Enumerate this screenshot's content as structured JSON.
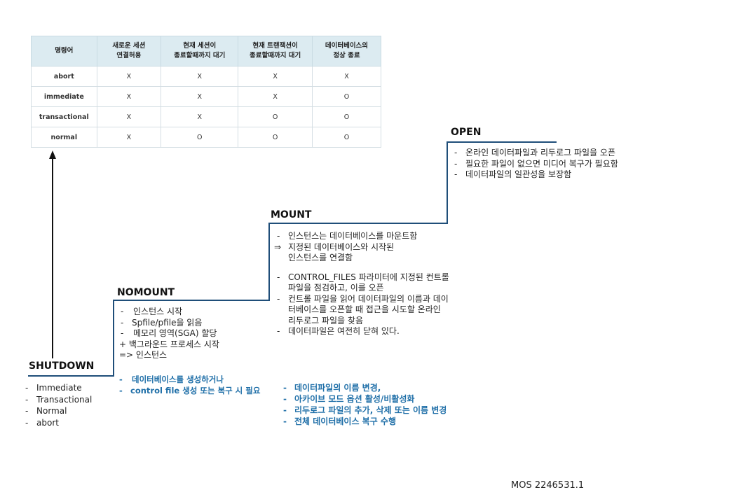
{
  "table": {
    "headers": [
      "명령어",
      "새로운 세션\n연결허용",
      "현재 세션이\n종료할때까지 대기",
      "현재 트랜잭션이\n종료할때까지 대기",
      "데이터베이스의\n정상 종료"
    ],
    "rows": [
      [
        "abort",
        "X",
        "X",
        "X",
        "X"
      ],
      [
        "immediate",
        "X",
        "X",
        "X",
        "O"
      ],
      [
        "transactional",
        "X",
        "X",
        "O",
        "O"
      ],
      [
        "normal",
        "X",
        "O",
        "O",
        "O"
      ]
    ]
  },
  "shutdown": {
    "title": "SHUTDOWN",
    "items": [
      "Immediate",
      "Transactional",
      "Normal",
      "abort"
    ]
  },
  "nomount": {
    "title": "NOMOUNT",
    "items": [
      "인스턴스 시작",
      "Spfile/pfile을 읽음",
      "메모리 영역(SGA) 할당"
    ],
    "line_bg": "+ 백그라운드 프로세스 시작",
    "line_arrow": "=> 인스턴스",
    "blue_items": [
      "데이터베이스를 생성하거나",
      "control file 생성 또는 복구 시 필요"
    ]
  },
  "mount": {
    "title": "MOUNT",
    "item1": "인스턴스는 데이터베이스를 마운트함",
    "arrow_line": "지정된 데이터베이스와 시작된",
    "arrow_line2": "인스턴스를 연결함",
    "items2": [
      "CONTROL_FILES 파라미터에 지정된 컨트롤 파일을 점검하고, 이를 오픈",
      "컨트롤 파일을 읽어 데이터파일의 이름과 데이터베이스를 오픈할 때 접근을 시도할 온라인 리두로그 파일을 찾음",
      "데이터파일은 여전히 닫혀 있다."
    ],
    "blue_items": [
      "데이터파일의 이름 변경,",
      "아카이브 모드 옵션 활성/비활성화",
      "리두로그 파일의 추가, 삭제 또는 이름 변경",
      "전체 데이터베이스 복구 수행"
    ]
  },
  "open": {
    "title": "OPEN",
    "items": [
      "온라인 데이터파일과 리두로그 파일을 오픈",
      "필요한 파일이 없으면 미디어 복구가 필요함",
      "데이터파일의 일관성을 보장함"
    ]
  },
  "footnote": "MOS 2246531.1",
  "colors": {
    "stair_line": "#1f4e79",
    "blue_text": "#1f6fa8",
    "header_bg": "#dcebf1"
  }
}
